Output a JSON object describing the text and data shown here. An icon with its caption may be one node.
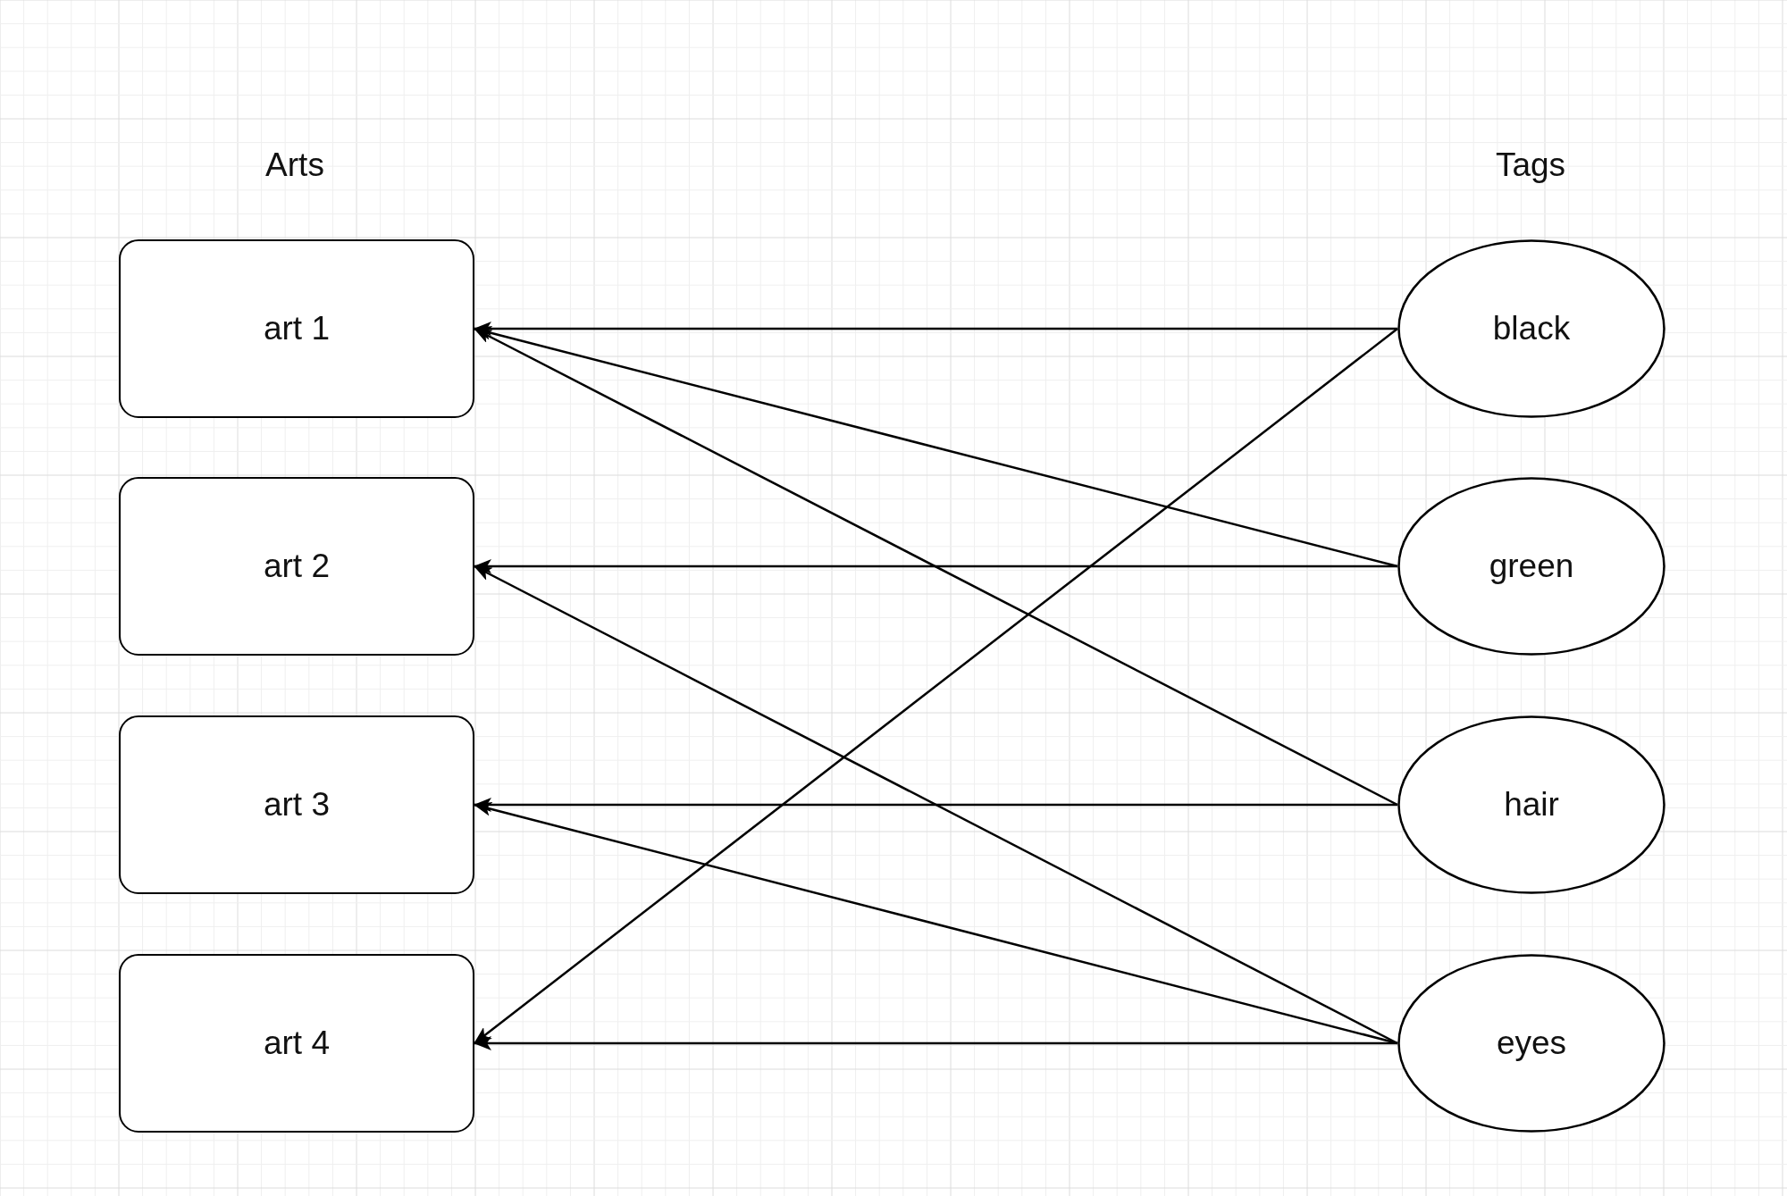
{
  "diagram": {
    "nodes": [
      {
        "text": [
          "art 1"
        ]
      },
      {
        "text": [
          "art 2"
        ]
      },
      {
        "text": [
          "art 3"
        ]
      },
      {
        "text": [
          "art 4"
        ]
      },
      {
        "text": [
          "black"
        ]
      },
      {
        "text": [
          "green"
        ]
      },
      {
        "text": [
          "hair"
        ]
      },
      {
        "text": [
          "eyes"
        ]
      }
    ],
    "edges": [
      {
        "from": 4,
        "to": 0,
        "arrow": "to"
      },
      {
        "from": 4,
        "to": 3,
        "arrow": "to"
      },
      {
        "from": 5,
        "to": 0,
        "arrow": "to"
      },
      {
        "from": 5,
        "to": 1,
        "arrow": "to"
      },
      {
        "from": 6,
        "to": 0,
        "arrow": "to"
      },
      {
        "from": 6,
        "to": 2,
        "arrow": "to"
      },
      {
        "from": 7,
        "to": 1,
        "arrow": "to"
      },
      {
        "from": 7,
        "to": 2,
        "arrow": "to"
      },
      {
        "from": 7,
        "to": 3,
        "arrow": "to"
      }
    ],
    "labels": [
      "Arts",
      "Tags"
    ]
  }
}
